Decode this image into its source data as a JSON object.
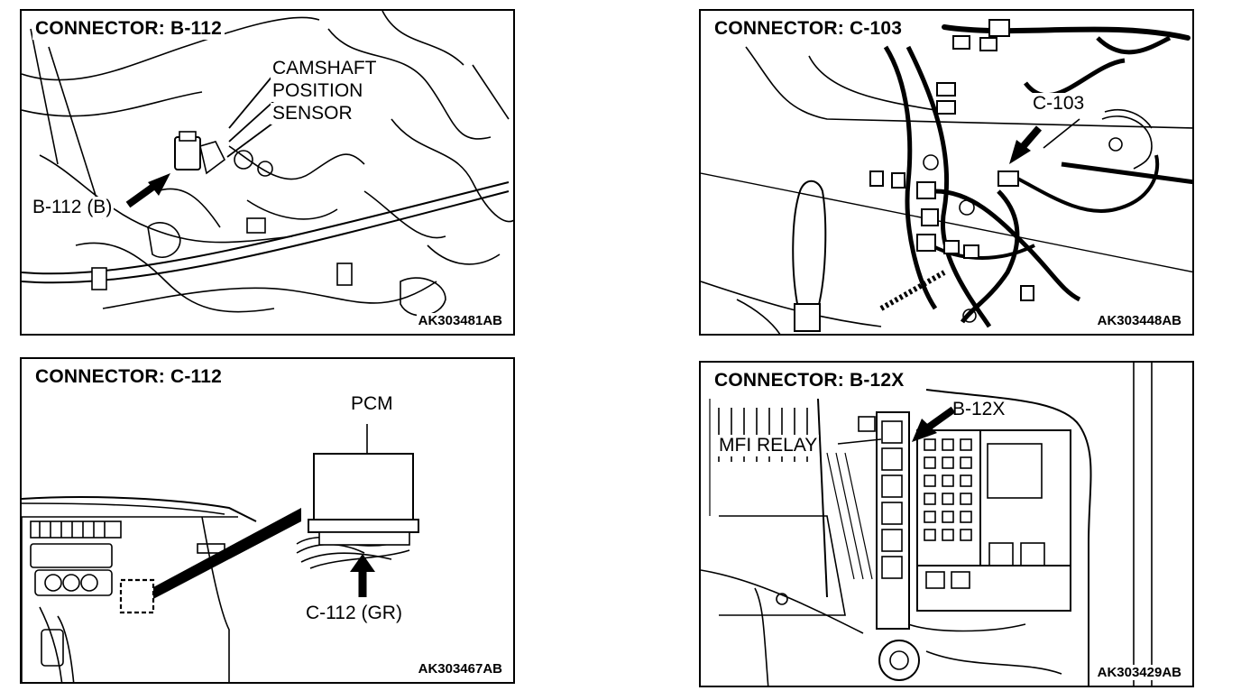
{
  "panels": [
    {
      "title": "CONNECTOR: B-112",
      "code": "AK303481AB",
      "labels": {
        "sensor_line1": "CAMSHAFT",
        "sensor_line2": "POSITION",
        "sensor_line3": "SENSOR",
        "connector": "B-112 (B)"
      }
    },
    {
      "title": "CONNECTOR: C-103",
      "code": "AK303448AB",
      "labels": {
        "connector": "C-103"
      }
    },
    {
      "title": "CONNECTOR: C-112",
      "code": "AK303467AB",
      "labels": {
        "module": "PCM",
        "connector": "C-112 (GR)"
      }
    },
    {
      "title": "CONNECTOR: B-12X",
      "code": "AK303429AB",
      "labels": {
        "connector": "B-12X",
        "relay": "MFI RELAY"
      }
    }
  ]
}
